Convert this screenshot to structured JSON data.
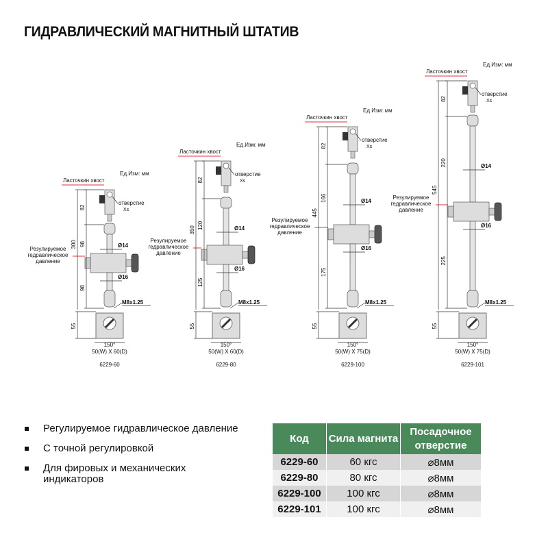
{
  "title": "ГИДРАВЛИЧЕСКИЙ МАГНИТНЫЙ ШТАТИВ",
  "diagrams": [
    {
      "unit": "Ед.Изм: мм",
      "dovetail": "Ласточкин хвост",
      "hole": "отверстие",
      "hole_size": "Xs",
      "pressure": [
        "Резулируемое",
        "гедравлическое",
        "давление"
      ],
      "dim_top": "82",
      "dim_mid": "98",
      "dim_low": "98",
      "dim_total": "300",
      "dim_base": "55",
      "rod_upper": "Ø14",
      "rod_lower": "Ø16",
      "thread": "M8x1.25",
      "angle": "150°",
      "base_size": "50(W) X 60(D)",
      "model": "6229-60"
    },
    {
      "unit": "Ед.Изм: мм",
      "dovetail": "Ласточкин хвост",
      "hole": "отверстие",
      "hole_size": "Xs",
      "pressure": [
        "Резулируемое",
        "гедравлическое",
        "давление"
      ],
      "dim_top": "82",
      "dim_mid": "120",
      "dim_low": "125",
      "dim_total": "350",
      "dim_base": "55",
      "rod_upper": "Ø14",
      "rod_lower": "Ø16",
      "thread": "M8x1.25",
      "angle": "150°",
      "base_size": "50(W) X 60(D)",
      "model": "6229-80"
    },
    {
      "unit": "Ед.Изм: мм",
      "dovetail": "Ласточкин хвост",
      "hole": "отверстие",
      "hole_size": "Xs",
      "pressure": [
        "Резулируемое",
        "гедравлическое",
        "давление"
      ],
      "dim_top": "82",
      "dim_mid": "166",
      "dim_low": "175",
      "dim_total": "445",
      "dim_base": "55",
      "rod_upper": "Ø14",
      "rod_lower": "Ø16",
      "thread": "M8x1.25",
      "angle": "150°",
      "base_size": "50(W) X 75(D)",
      "model": "6229-100"
    },
    {
      "unit": "Ед.Изм: мм",
      "dovetail": "Ласточкин хвост",
      "hole": "отверстие",
      "hole_size": "Xs",
      "pressure": [
        "Резулируемое",
        "гедравлическое",
        "давление"
      ],
      "dim_top": "82",
      "dim_mid": "220",
      "dim_low": "225",
      "dim_total": "545",
      "dim_base": "55",
      "rod_upper": "Ø14",
      "rod_lower": "Ø16",
      "thread": "M8x1.25",
      "angle": "150°",
      "base_size": "50(W) X 75(D)",
      "model": "6229-101"
    }
  ],
  "features": [
    "Регулируемое гидравлическое давление",
    "С точной регулировкой",
    "Для фировых и механических индикаторов"
  ],
  "table": {
    "headers": [
      "Код",
      "Сила магнита",
      "Посадочное отверстие"
    ],
    "rows": [
      [
        "6229-60",
        "60 кгс",
        "⌀8мм"
      ],
      [
        "6229-80",
        "80 кгс",
        "⌀8мм"
      ],
      [
        "6229-100",
        "100 кгс",
        "⌀8мм"
      ],
      [
        "6229-101",
        "100 кгс",
        "⌀8мм"
      ]
    ]
  },
  "colors": {
    "header_green": "#4a8a5a",
    "accent_red": "#e03040"
  }
}
